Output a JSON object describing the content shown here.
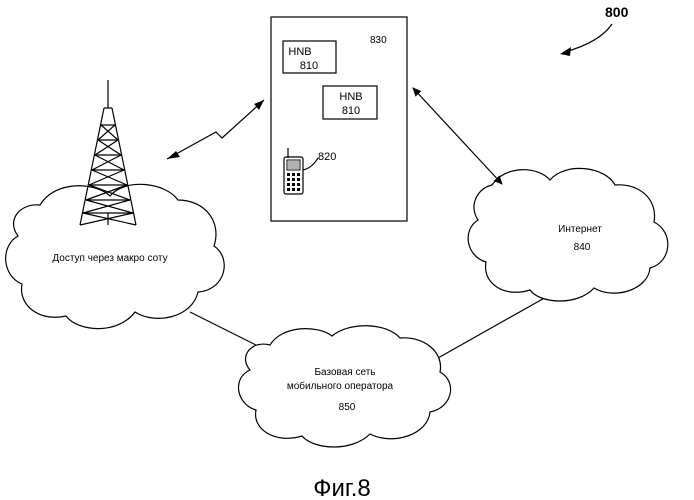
{
  "figure": {
    "number": "800",
    "caption": "Фиг.8"
  },
  "building": {
    "ref": "830",
    "hnb_top": {
      "label": "HNB",
      "ref": "810"
    },
    "hnb_bottom": {
      "label": "HNB",
      "ref": "810"
    },
    "phone_ref": "820"
  },
  "macro_cloud": {
    "label": "Доступ через макро соту"
  },
  "internet_cloud": {
    "label": "Интернет",
    "ref": "840"
  },
  "core_cloud": {
    "label_line1": "Базовая сеть",
    "label_line2": "мобильного оператора",
    "ref": "850"
  }
}
